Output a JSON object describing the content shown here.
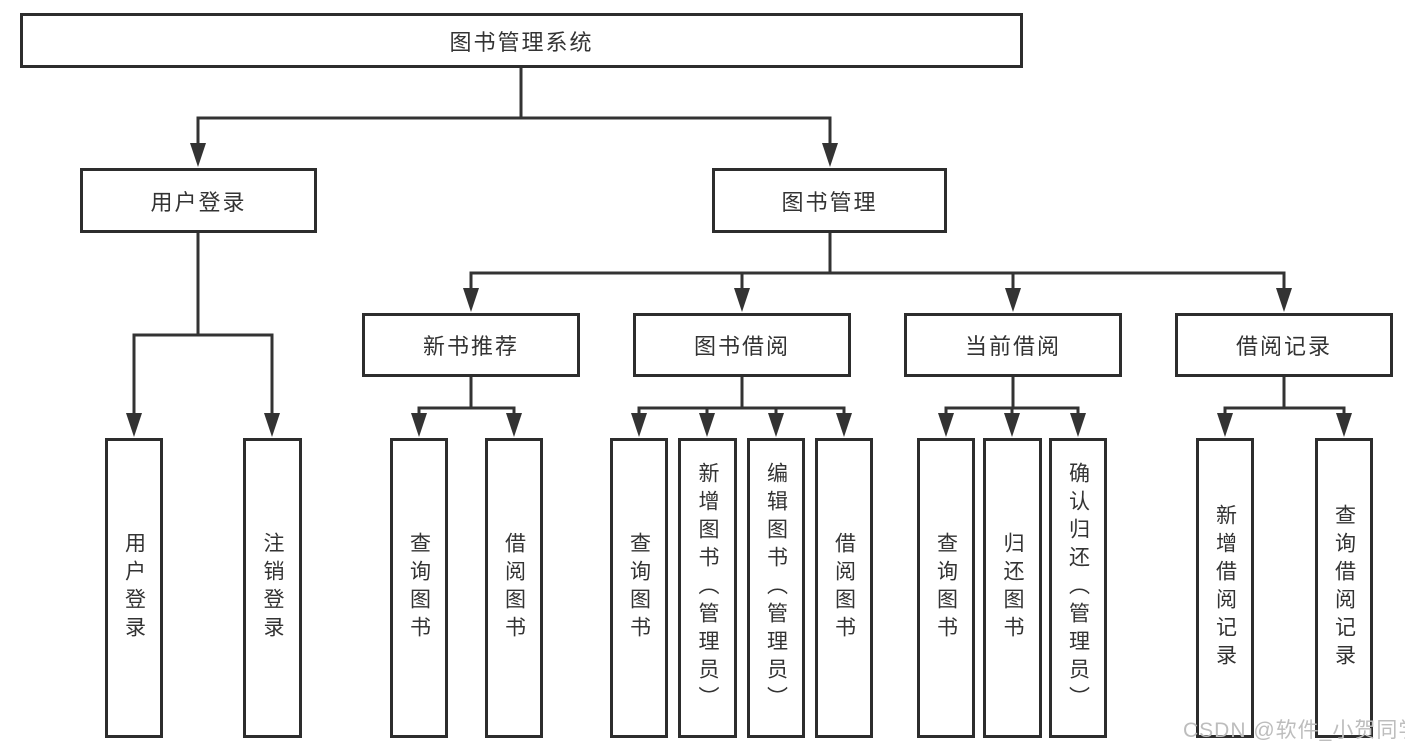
{
  "diagram": {
    "root": {
      "label": "图书管理系统"
    },
    "level2": [
      {
        "label": "用户登录"
      },
      {
        "label": "图书管理"
      }
    ],
    "level3": [
      {
        "label": "新书推荐"
      },
      {
        "label": "图书借阅"
      },
      {
        "label": "当前借阅"
      },
      {
        "label": "借阅记录"
      }
    ],
    "leaves": [
      {
        "label": "用户登录"
      },
      {
        "label": "注销登录"
      },
      {
        "label": "查询图书"
      },
      {
        "label": "借阅图书"
      },
      {
        "label": "查询图书"
      },
      {
        "label": "新增图书（管理员）"
      },
      {
        "label": "编辑图书（管理员）"
      },
      {
        "label": "借阅图书"
      },
      {
        "label": "查询图书"
      },
      {
        "label": "归还图书"
      },
      {
        "label": "确认归还（管理员）"
      },
      {
        "label": "新增借阅记录"
      },
      {
        "label": "查询借阅记录"
      }
    ]
  },
  "watermark": {
    "text": "CSDN @软件_小贺同学"
  },
  "colors": {
    "line": "#333333",
    "border": "#2d2d2d",
    "text": "#333333",
    "watermark": "#bdbdbd",
    "background": "#ffffff"
  }
}
